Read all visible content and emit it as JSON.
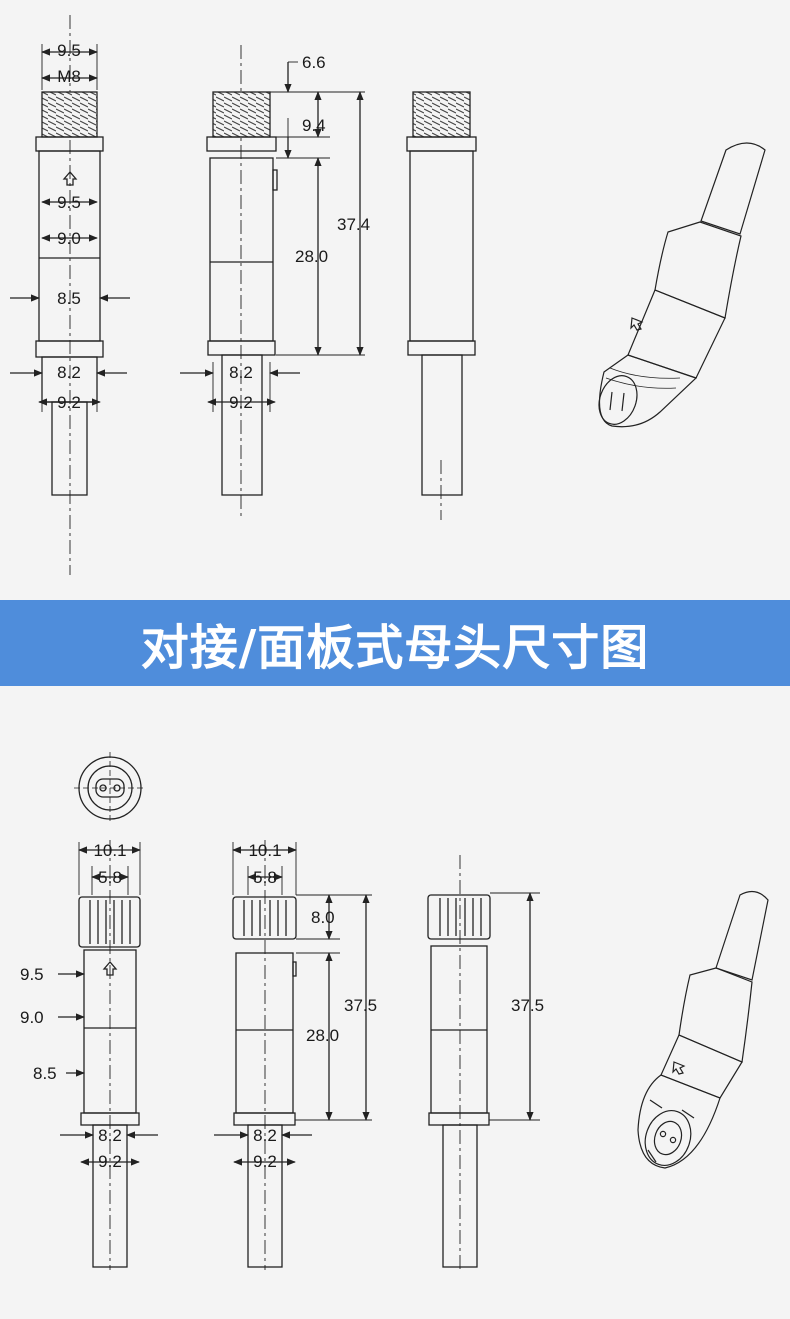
{
  "colors": {
    "background": "#f4f4f4",
    "banner": "#4f8ddb",
    "banner_text": "#ffffff",
    "line": "#222222"
  },
  "banner": {
    "title": "对接/面板式母头尺寸图"
  },
  "male": {
    "front": {
      "d_9_5_top": "9.5",
      "m8": "M8",
      "d_9_5": "9.5",
      "d_9_0": "9.0",
      "d_8_5": "8.5",
      "d_8_2": "8.2",
      "d_9_2": "9.2"
    },
    "side": {
      "d_6_6": "6.6",
      "d_9_4": "9.4",
      "d_28_0": "28.0",
      "d_37_4": "37.4",
      "d_8_2": "8.2",
      "d_9_2": "9.2"
    }
  },
  "female": {
    "front": {
      "d_10_1": "10.1",
      "d_5_8": "5.8",
      "d_9_5": "9.5",
      "d_9_0": "9.0",
      "d_8_5": "8.5",
      "d_8_2": "8.2",
      "d_9_2": "9.2"
    },
    "side": {
      "d_10_1": "10.1",
      "d_5_8": "5.8",
      "d_8_0": "8.0",
      "d_28_0": "28.0",
      "d_37_5": "37.5",
      "d_8_2": "8.2",
      "d_9_2": "9.2"
    },
    "plain": {
      "d_37_5": "37.5"
    }
  }
}
